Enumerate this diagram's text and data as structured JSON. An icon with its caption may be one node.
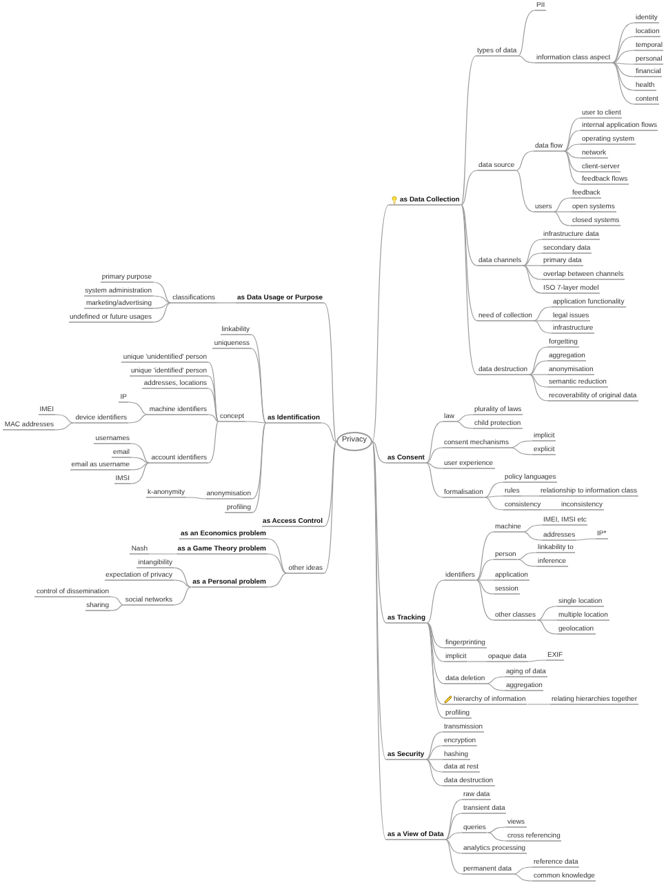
{
  "diagram": {
    "nodes": [
      {
        "text": [
          "Privacy"
        ]
      },
      {
        "text": [
          "as Data Collection"
        ]
      },
      {
        "text": [
          "types of data"
        ]
      },
      {
        "text": [
          "PII"
        ]
      },
      {
        "text": [
          "information class aspect"
        ]
      },
      {
        "text": [
          "identity"
        ]
      },
      {
        "text": [
          "location"
        ]
      },
      {
        "text": [
          "temporal"
        ]
      },
      {
        "text": [
          "personal"
        ]
      },
      {
        "text": [
          "financial"
        ]
      },
      {
        "text": [
          "health"
        ]
      },
      {
        "text": [
          "content"
        ]
      },
      {
        "text": [
          "data source"
        ]
      },
      {
        "text": [
          "data flow"
        ]
      },
      {
        "text": [
          "user to client"
        ]
      },
      {
        "text": [
          "internal application flows"
        ]
      },
      {
        "text": [
          "operating system"
        ]
      },
      {
        "text": [
          "network"
        ]
      },
      {
        "text": [
          "client-server"
        ]
      },
      {
        "text": [
          "feedback flows"
        ]
      },
      {
        "text": [
          "users"
        ]
      },
      {
        "text": [
          "feedback"
        ]
      },
      {
        "text": [
          "open systems"
        ]
      },
      {
        "text": [
          "closed systems"
        ]
      },
      {
        "text": [
          "data channels"
        ]
      },
      {
        "text": [
          "infrastructure data"
        ]
      },
      {
        "text": [
          "secondary data"
        ]
      },
      {
        "text": [
          "primary data"
        ]
      },
      {
        "text": [
          "overlap between channels"
        ]
      },
      {
        "text": [
          "ISO 7-layer model"
        ]
      },
      {
        "text": [
          "need of collection"
        ]
      },
      {
        "text": [
          "application functionality"
        ]
      },
      {
        "text": [
          "legal issues"
        ]
      },
      {
        "text": [
          "infrastructure"
        ]
      },
      {
        "text": [
          "data destruction"
        ]
      },
      {
        "text": [
          "forgetting"
        ]
      },
      {
        "text": [
          "aggregation"
        ]
      },
      {
        "text": [
          "anonymisation"
        ]
      },
      {
        "text": [
          "semantic reduction"
        ]
      },
      {
        "text": [
          "recoverability of original data"
        ]
      },
      {
        "text": [
          "as Consent"
        ]
      },
      {
        "text": [
          "law"
        ]
      },
      {
        "text": [
          "plurality of laws"
        ]
      },
      {
        "text": [
          "child protection"
        ]
      },
      {
        "text": [
          "consent mechanisms"
        ]
      },
      {
        "text": [
          "implicit"
        ]
      },
      {
        "text": [
          "explicit"
        ]
      },
      {
        "text": [
          "user experience"
        ]
      },
      {
        "text": [
          "formalisation"
        ]
      },
      {
        "text": [
          "policy languages"
        ]
      },
      {
        "text": [
          "rules"
        ]
      },
      {
        "text": [
          "relationship to information class"
        ]
      },
      {
        "text": [
          "consistency"
        ]
      },
      {
        "text": [
          "inconsistency"
        ]
      },
      {
        "text": [
          "as Tracking"
        ]
      },
      {
        "text": [
          "identifiers"
        ]
      },
      {
        "text": [
          "machine"
        ]
      },
      {
        "text": [
          "IMEI, IMSI etc"
        ]
      },
      {
        "text": [
          "addresses"
        ]
      },
      {
        "text": [
          "IP*"
        ]
      },
      {
        "text": [
          "person"
        ]
      },
      {
        "text": [
          "linkability to"
        ]
      },
      {
        "text": [
          "inference"
        ]
      },
      {
        "text": [
          "application"
        ]
      },
      {
        "text": [
          "session"
        ]
      },
      {
        "text": [
          "other classes"
        ]
      },
      {
        "text": [
          "single location"
        ]
      },
      {
        "text": [
          "multiple location"
        ]
      },
      {
        "text": [
          "geolocation"
        ]
      },
      {
        "text": [
          "fingerprinting"
        ]
      },
      {
        "text": [
          "implicit"
        ]
      },
      {
        "text": [
          "opaque data"
        ]
      },
      {
        "text": [
          "EXIF"
        ]
      },
      {
        "text": [
          "data deletion"
        ]
      },
      {
        "text": [
          "aging of data"
        ]
      },
      {
        "text": [
          "aggregation"
        ]
      },
      {
        "text": [
          "hierarchy of information"
        ]
      },
      {
        "text": [
          "relating hierarchies together"
        ]
      },
      {
        "text": [
          "profiling"
        ]
      },
      {
        "text": [
          "as Security"
        ]
      },
      {
        "text": [
          "transmission"
        ]
      },
      {
        "text": [
          "encryption"
        ]
      },
      {
        "text": [
          "hashing"
        ]
      },
      {
        "text": [
          "data at rest"
        ]
      },
      {
        "text": [
          "data destruction"
        ]
      },
      {
        "text": [
          "as a View of Data"
        ]
      },
      {
        "text": [
          "raw data"
        ]
      },
      {
        "text": [
          "transient data"
        ]
      },
      {
        "text": [
          "queries"
        ]
      },
      {
        "text": [
          "views"
        ]
      },
      {
        "text": [
          "cross referencing"
        ]
      },
      {
        "text": [
          "analytics processing"
        ]
      },
      {
        "text": [
          "permanent data"
        ]
      },
      {
        "text": [
          "reference data"
        ]
      },
      {
        "text": [
          "common knowledge"
        ]
      },
      {
        "text": [
          "as Data Usage or Purpose"
        ]
      },
      {
        "text": [
          "classifications"
        ]
      },
      {
        "text": [
          "primary purpose"
        ]
      },
      {
        "text": [
          "system administration"
        ]
      },
      {
        "text": [
          "marketing/advertising"
        ]
      },
      {
        "text": [
          "undefined or future usages"
        ]
      },
      {
        "text": [
          "as Identification"
        ]
      },
      {
        "text": [
          "linkability"
        ]
      },
      {
        "text": [
          "uniqueness"
        ]
      },
      {
        "text": [
          "concept"
        ]
      },
      {
        "text": [
          "unique 'unidentified' person"
        ]
      },
      {
        "text": [
          "unique 'identified' person"
        ]
      },
      {
        "text": [
          "addresses, locations"
        ]
      },
      {
        "text": [
          "machine identifiers"
        ]
      },
      {
        "text": [
          "IP"
        ]
      },
      {
        "text": [
          "device identifiers"
        ]
      },
      {
        "text": [
          "IMEI"
        ]
      },
      {
        "text": [
          "MAC addresses"
        ]
      },
      {
        "text": [
          "account identifiers"
        ]
      },
      {
        "text": [
          "usernames"
        ]
      },
      {
        "text": [
          "email"
        ]
      },
      {
        "text": [
          "email as username"
        ]
      },
      {
        "text": [
          "IMSI"
        ]
      },
      {
        "text": [
          "anonymisation"
        ]
      },
      {
        "text": [
          "k-anonymity"
        ]
      },
      {
        "text": [
          "profiling"
        ]
      },
      {
        "text": [
          "as Access Control"
        ]
      },
      {
        "text": [
          "other ideas"
        ]
      },
      {
        "text": [
          "as an Economics problem"
        ]
      },
      {
        "text": [
          "as a Game Theory problem"
        ]
      },
      {
        "text": [
          "Nash"
        ]
      },
      {
        "text": [
          "as a Personal problem"
        ]
      },
      {
        "text": [
          "intangibility"
        ]
      },
      {
        "text": [
          "expectation of privacy"
        ]
      },
      {
        "text": [
          "social networks"
        ]
      },
      {
        "text": [
          "control of dissemination"
        ]
      },
      {
        "text": [
          "sharing"
        ]
      }
    ],
    "edges": [
      {
        "from": 0,
        "to": 1,
        "arrow": "none"
      },
      {
        "from": 1,
        "to": 2,
        "arrow": "none"
      },
      {
        "from": 2,
        "to": 3,
        "arrow": "none"
      },
      {
        "from": 2,
        "to": 4,
        "arrow": "none"
      },
      {
        "from": 4,
        "to": 5,
        "arrow": "none"
      },
      {
        "from": 4,
        "to": 6,
        "arrow": "none"
      },
      {
        "from": 4,
        "to": 7,
        "arrow": "none"
      },
      {
        "from": 4,
        "to": 8,
        "arrow": "none"
      },
      {
        "from": 4,
        "to": 9,
        "arrow": "none"
      },
      {
        "from": 4,
        "to": 10,
        "arrow": "none"
      },
      {
        "from": 4,
        "to": 11,
        "arrow": "none"
      },
      {
        "from": 1,
        "to": 12,
        "arrow": "none"
      },
      {
        "from": 12,
        "to": 13,
        "arrow": "none"
      },
      {
        "from": 13,
        "to": 14,
        "arrow": "none"
      },
      {
        "from": 13,
        "to": 15,
        "arrow": "none"
      },
      {
        "from": 13,
        "to": 16,
        "arrow": "none"
      },
      {
        "from": 13,
        "to": 17,
        "arrow": "none"
      },
      {
        "from": 13,
        "to": 18,
        "arrow": "none"
      },
      {
        "from": 13,
        "to": 19,
        "arrow": "none"
      },
      {
        "from": 12,
        "to": 20,
        "arrow": "none"
      },
      {
        "from": 20,
        "to": 21,
        "arrow": "none"
      },
      {
        "from": 20,
        "to": 22,
        "arrow": "none"
      },
      {
        "from": 20,
        "to": 23,
        "arrow": "none"
      },
      {
        "from": 1,
        "to": 24,
        "arrow": "none"
      },
      {
        "from": 24,
        "to": 25,
        "arrow": "none"
      },
      {
        "from": 24,
        "to": 26,
        "arrow": "none"
      },
      {
        "from": 24,
        "to": 27,
        "arrow": "none"
      },
      {
        "from": 24,
        "to": 28,
        "arrow": "none"
      },
      {
        "from": 24,
        "to": 29,
        "arrow": "none"
      },
      {
        "from": 1,
        "to": 30,
        "arrow": "none"
      },
      {
        "from": 30,
        "to": 31,
        "arrow": "none"
      },
      {
        "from": 30,
        "to": 32,
        "arrow": "none"
      },
      {
        "from": 30,
        "to": 33,
        "arrow": "none"
      },
      {
        "from": 1,
        "to": 34,
        "arrow": "none"
      },
      {
        "from": 34,
        "to": 35,
        "arrow": "none"
      },
      {
        "from": 34,
        "to": 36,
        "arrow": "none"
      },
      {
        "from": 34,
        "to": 37,
        "arrow": "none"
      },
      {
        "from": 34,
        "to": 38,
        "arrow": "none"
      },
      {
        "from": 34,
        "to": 39,
        "arrow": "none"
      },
      {
        "from": 0,
        "to": 40,
        "arrow": "none"
      },
      {
        "from": 40,
        "to": 41,
        "arrow": "none"
      },
      {
        "from": 41,
        "to": 42,
        "arrow": "none"
      },
      {
        "from": 41,
        "to": 43,
        "arrow": "none"
      },
      {
        "from": 40,
        "to": 44,
        "arrow": "none"
      },
      {
        "from": 44,
        "to": 45,
        "arrow": "none"
      },
      {
        "from": 44,
        "to": 46,
        "arrow": "none"
      },
      {
        "from": 40,
        "to": 47,
        "arrow": "none"
      },
      {
        "from": 40,
        "to": 48,
        "arrow": "none"
      },
      {
        "from": 48,
        "to": 49,
        "arrow": "none"
      },
      {
        "from": 48,
        "to": 50,
        "arrow": "none"
      },
      {
        "from": 50,
        "to": 51,
        "arrow": "none"
      },
      {
        "from": 48,
        "to": 52,
        "arrow": "none"
      },
      {
        "from": 52,
        "to": 53,
        "arrow": "none"
      },
      {
        "from": 0,
        "to": 54,
        "arrow": "none"
      },
      {
        "from": 54,
        "to": 55,
        "arrow": "none"
      },
      {
        "from": 55,
        "to": 56,
        "arrow": "none"
      },
      {
        "from": 56,
        "to": 57,
        "arrow": "none"
      },
      {
        "from": 56,
        "to": 58,
        "arrow": "none"
      },
      {
        "from": 58,
        "to": 59,
        "arrow": "none"
      },
      {
        "from": 55,
        "to": 60,
        "arrow": "none"
      },
      {
        "from": 60,
        "to": 61,
        "arrow": "none"
      },
      {
        "from": 60,
        "to": 62,
        "arrow": "none"
      },
      {
        "from": 55,
        "to": 63,
        "arrow": "none"
      },
      {
        "from": 55,
        "to": 64,
        "arrow": "none"
      },
      {
        "from": 55,
        "to": 65,
        "arrow": "none"
      },
      {
        "from": 65,
        "to": 66,
        "arrow": "none"
      },
      {
        "from": 65,
        "to": 67,
        "arrow": "none"
      },
      {
        "from": 65,
        "to": 68,
        "arrow": "none"
      },
      {
        "from": 54,
        "to": 69,
        "arrow": "none"
      },
      {
        "from": 54,
        "to": 70,
        "arrow": "none"
      },
      {
        "from": 70,
        "to": 71,
        "arrow": "none"
      },
      {
        "from": 71,
        "to": 72,
        "arrow": "none"
      },
      {
        "from": 54,
        "to": 73,
        "arrow": "none"
      },
      {
        "from": 73,
        "to": 74,
        "arrow": "none"
      },
      {
        "from": 73,
        "to": 75,
        "arrow": "none"
      },
      {
        "from": 54,
        "to": 76,
        "arrow": "none"
      },
      {
        "from": 76,
        "to": 77,
        "arrow": "none"
      },
      {
        "from": 54,
        "to": 78,
        "arrow": "none"
      },
      {
        "from": 0,
        "to": 79,
        "arrow": "none"
      },
      {
        "from": 79,
        "to": 80,
        "arrow": "none"
      },
      {
        "from": 79,
        "to": 81,
        "arrow": "none"
      },
      {
        "from": 79,
        "to": 82,
        "arrow": "none"
      },
      {
        "from": 79,
        "to": 83,
        "arrow": "none"
      },
      {
        "from": 79,
        "to": 84,
        "arrow": "none"
      },
      {
        "from": 0,
        "to": 85,
        "arrow": "none"
      },
      {
        "from": 85,
        "to": 86,
        "arrow": "none"
      },
      {
        "from": 85,
        "to": 87,
        "arrow": "none"
      },
      {
        "from": 85,
        "to": 88,
        "arrow": "none"
      },
      {
        "from": 88,
        "to": 89,
        "arrow": "none"
      },
      {
        "from": 88,
        "to": 90,
        "arrow": "none"
      },
      {
        "from": 85,
        "to": 91,
        "arrow": "none"
      },
      {
        "from": 85,
        "to": 92,
        "arrow": "none"
      },
      {
        "from": 92,
        "to": 93,
        "arrow": "none"
      },
      {
        "from": 92,
        "to": 94,
        "arrow": "none"
      },
      {
        "from": 0,
        "to": 95,
        "arrow": "none"
      },
      {
        "from": 95,
        "to": 96,
        "arrow": "none"
      },
      {
        "from": 96,
        "to": 97,
        "arrow": "none"
      },
      {
        "from": 96,
        "to": 98,
        "arrow": "none"
      },
      {
        "from": 96,
        "to": 99,
        "arrow": "none"
      },
      {
        "from": 96,
        "to": 100,
        "arrow": "none"
      },
      {
        "from": 0,
        "to": 101,
        "arrow": "none"
      },
      {
        "from": 101,
        "to": 102,
        "arrow": "none"
      },
      {
        "from": 101,
        "to": 103,
        "arrow": "none"
      },
      {
        "from": 101,
        "to": 104,
        "arrow": "none"
      },
      {
        "from": 104,
        "to": 105,
        "arrow": "none"
      },
      {
        "from": 104,
        "to": 106,
        "arrow": "none"
      },
      {
        "from": 104,
        "to": 107,
        "arrow": "none"
      },
      {
        "from": 104,
        "to": 108,
        "arrow": "none"
      },
      {
        "from": 108,
        "to": 109,
        "arrow": "none"
      },
      {
        "from": 108,
        "to": 110,
        "arrow": "none"
      },
      {
        "from": 110,
        "to": 111,
        "arrow": "none"
      },
      {
        "from": 110,
        "to": 112,
        "arrow": "none"
      },
      {
        "from": 104,
        "to": 113,
        "arrow": "none"
      },
      {
        "from": 113,
        "to": 114,
        "arrow": "none"
      },
      {
        "from": 113,
        "to": 115,
        "arrow": "none"
      },
      {
        "from": 113,
        "to": 116,
        "arrow": "none"
      },
      {
        "from": 113,
        "to": 117,
        "arrow": "none"
      },
      {
        "from": 101,
        "to": 118,
        "arrow": "none"
      },
      {
        "from": 118,
        "to": 119,
        "arrow": "none"
      },
      {
        "from": 101,
        "to": 120,
        "arrow": "none"
      },
      {
        "from": 0,
        "to": 121,
        "arrow": "none"
      },
      {
        "from": 0,
        "to": 122,
        "arrow": "none"
      },
      {
        "from": 122,
        "to": 123,
        "arrow": "none"
      },
      {
        "from": 122,
        "to": 124,
        "arrow": "none"
      },
      {
        "from": 124,
        "to": 125,
        "arrow": "none"
      },
      {
        "from": 122,
        "to": 126,
        "arrow": "none"
      },
      {
        "from": 126,
        "to": 127,
        "arrow": "none"
      },
      {
        "from": 126,
        "to": 128,
        "arrow": "none"
      },
      {
        "from": 126,
        "to": 129,
        "arrow": "none"
      },
      {
        "from": 129,
        "to": 130,
        "arrow": "none"
      },
      {
        "from": 129,
        "to": 131,
        "arrow": "none"
      }
    ]
  }
}
